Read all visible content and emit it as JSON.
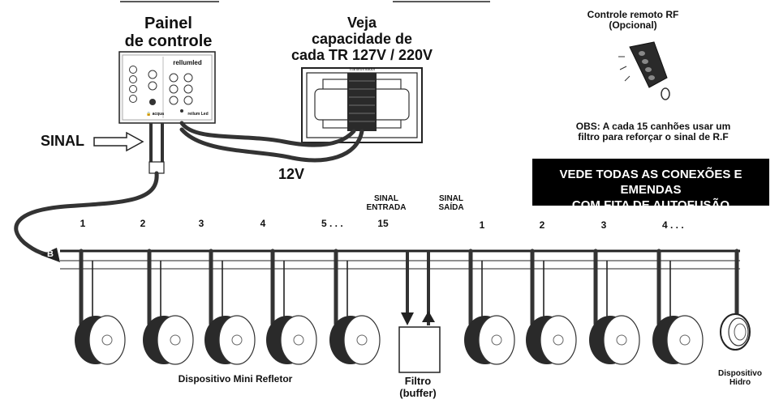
{
  "panel": {
    "title_line1": "Painel",
    "title_line2": "de controle",
    "brand": "rellumled",
    "footer_left": "🔒 acqua",
    "footer_right": "reilum Led"
  },
  "transformer": {
    "caption_line1": "Veja",
    "caption_line2": "capacidade de",
    "caption_line3": "cada TR 127V / 220V",
    "plate": "Transformador"
  },
  "remote": {
    "title_line1": "Controle remoto RF",
    "title_line2": "(Opcional)"
  },
  "note": {
    "line1": "OBS: A cada 15 canhões usar um",
    "line2": "filtro para reforçar o sinal de R.F"
  },
  "banner": {
    "line1": "VEDE TODAS AS CONEXÕES E EMENDAS",
    "line2": "COM FITA DE AUTOFUSÃO"
  },
  "signal_label": "SINAL",
  "voltage_label": "12V",
  "signal_in": {
    "line1": "SINAL",
    "line2": "ENTRADA"
  },
  "signal_out": {
    "line1": "SINAL",
    "line2": "SAÍDA"
  },
  "left_numbers": [
    "1",
    "2",
    "3",
    "4",
    "5 . . .",
    "15"
  ],
  "right_numbers": [
    "1",
    "2",
    "3",
    "4 . . ."
  ],
  "junction_letter": "B",
  "device_mini": "Dispositivo Mini Refletor",
  "filter": {
    "line1": "Filtro",
    "line2": "(buffer)"
  },
  "device_hidro": {
    "line1": "Dispositivo",
    "line2": "Hidro"
  }
}
